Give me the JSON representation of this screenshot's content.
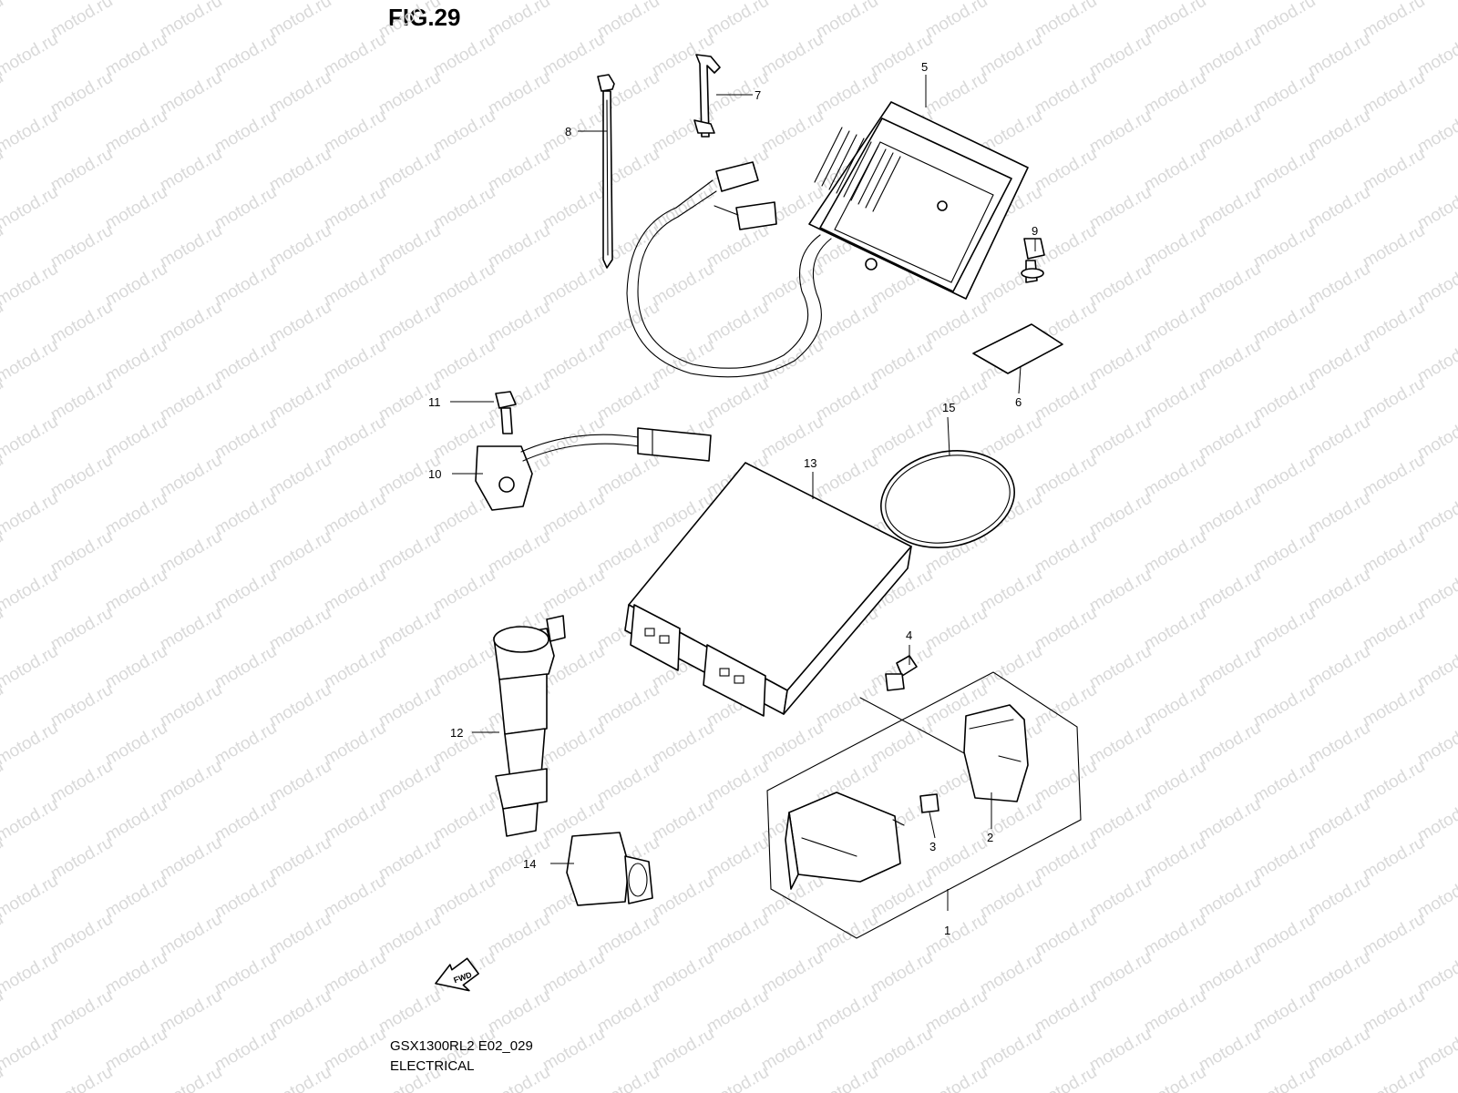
{
  "figure": {
    "title": "FIG.29",
    "model_code": "GSX1300RL2 E02_029",
    "section": "ELECTRICAL",
    "watermark": "motod.ru",
    "fwd_label": "FWD"
  },
  "callouts": [
    "1",
    "2",
    "3",
    "4",
    "5",
    "6",
    "7",
    "8",
    "9",
    "10",
    "11",
    "12",
    "13",
    "14",
    "15"
  ],
  "colors": {
    "line": "#000000",
    "background": "#ffffff",
    "watermark": "#d9d9d9"
  }
}
